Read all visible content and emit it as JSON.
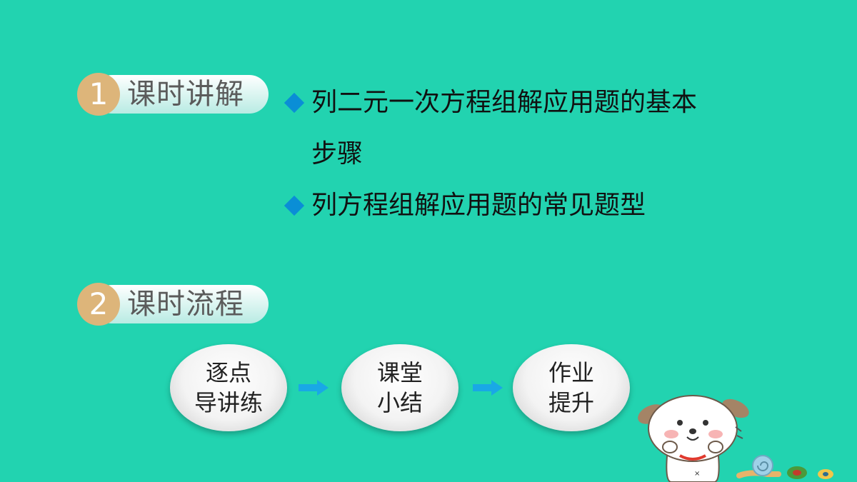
{
  "sections": [
    {
      "number": "1",
      "label": "课时讲解"
    },
    {
      "number": "2",
      "label": "课时流程"
    }
  ],
  "bullets": [
    {
      "line1": "列二元一次方程组解应用题的基本",
      "line2": "步骤"
    },
    {
      "line1": "列方程组解应用题的常见题型"
    }
  ],
  "flow": [
    {
      "line1": "逐点",
      "line2": "导讲练"
    },
    {
      "line1": "课堂",
      "line2": "小结"
    },
    {
      "line1": "作业",
      "line2": "提升"
    }
  ],
  "colors": {
    "background": "#22d3b0",
    "badge": "#ddb57a",
    "diamond": "#0a8ed6",
    "arrow": "#19a8e6"
  },
  "icons": [
    "diamond-bullet-icon",
    "right-arrow-icon",
    "puppy-mascot-icon",
    "snail-icon"
  ]
}
